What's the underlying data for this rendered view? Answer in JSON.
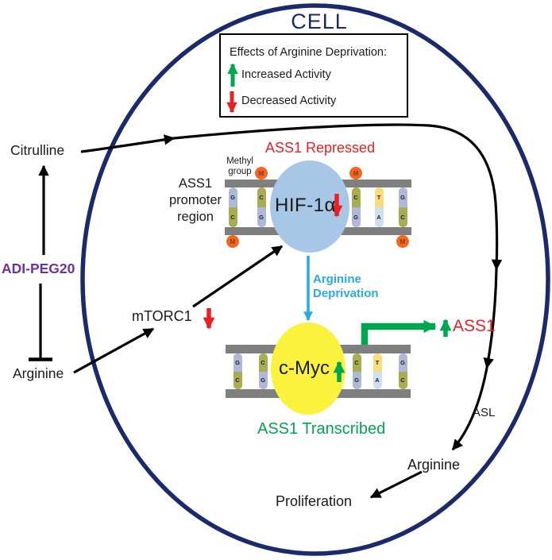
{
  "title": {
    "cell": "CELL"
  },
  "legend": {
    "title": "Effects of Arginine Deprivation:",
    "increased_label": "Increased Activity",
    "decreased_label": "Decreased Activity"
  },
  "labels": {
    "citrulline": "Citrulline",
    "adi_peg20": "ADI-PEG20",
    "arginine_left": "Arginine",
    "mtorc1": "mTORC1",
    "ass1_repressed": "ASS1 Repressed",
    "hif1a": "HIF-1α",
    "promoter_line1": "ASS1",
    "promoter_line2": "promoter",
    "promoter_line3": "region",
    "methyl_line1": "Methyl",
    "methyl_line2": "group",
    "deprivation_line1": "Arginine",
    "deprivation_line2": "Deprivation",
    "c_myc": "c-Myc",
    "ass1": "ASS1",
    "ass1_transcribed": "ASS1 Transcribed",
    "asl": "ASL",
    "arginine_right": "Arginine",
    "proliferation": "Proliferation"
  },
  "colors": {
    "membrane_navy": "#1b2a6b",
    "red": "#ec2024",
    "green": "#00a550",
    "purple": "#7030a0",
    "cyan": "#29abe2",
    "hif_fill": "#a8c6e6",
    "cmyc_fill": "#fbf23d",
    "rail_gray": "#7f7f7f",
    "methyl_orange": "#f26522",
    "base_G": "#aeb9d9",
    "base_C": "#a9ad52",
    "base_T": "#f7dc7d",
    "base_A": "#cfdff2"
  },
  "dna": {
    "methyl_symbol": "M",
    "upper_rungs": [
      {
        "top": "G",
        "bottom": "C",
        "methyl": "below"
      },
      {
        "top": "C",
        "bottom": "G",
        "methyl": "above"
      },
      {
        "top": "C",
        "bottom": "G",
        "methyl": "above"
      },
      {
        "top": "T",
        "bottom": "A",
        "methyl": null
      },
      {
        "top": "G",
        "bottom": "C",
        "methyl": "below"
      }
    ],
    "lower_rungs": [
      {
        "top": "G",
        "bottom": "C",
        "methyl": null
      },
      {
        "top": "C",
        "bottom": "G",
        "methyl": null
      },
      {
        "top": "C",
        "bottom": "G",
        "methyl": null
      },
      {
        "top": "T",
        "bottom": "A",
        "methyl": null
      },
      {
        "top": "G",
        "bottom": "C",
        "methyl": null
      }
    ]
  }
}
